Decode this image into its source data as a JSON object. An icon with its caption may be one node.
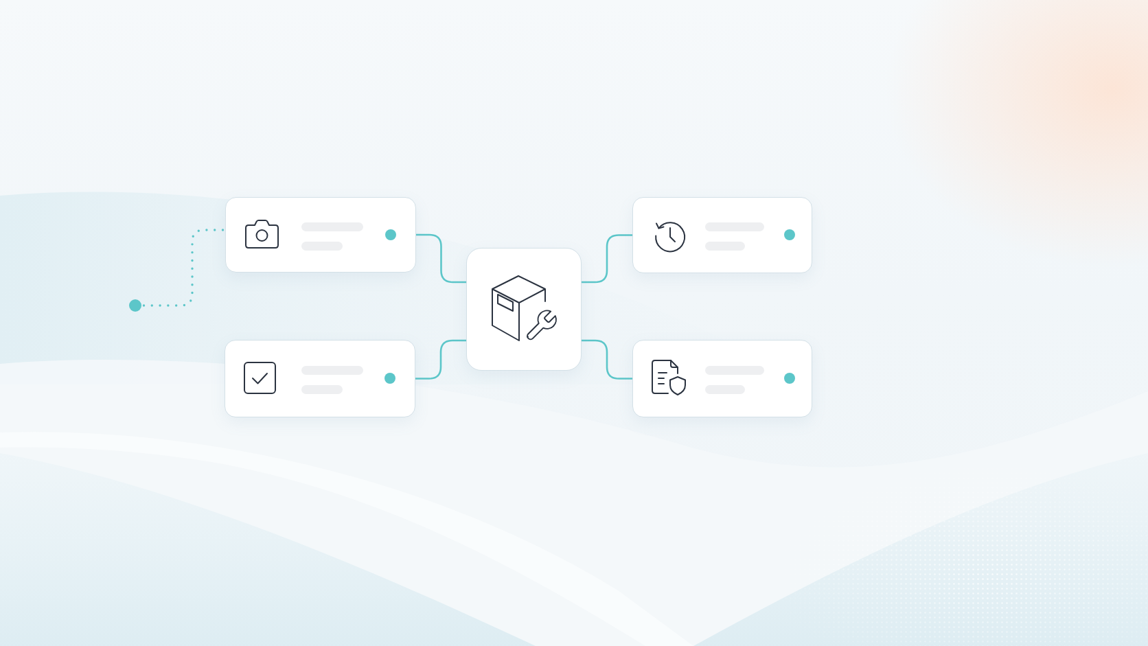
{
  "diagram": {
    "nodes": [
      {
        "text": [],
        "shape": "circle"
      },
      {
        "text": [],
        "shape": "box"
      },
      {
        "text": [],
        "shape": "box"
      },
      {
        "text": [],
        "shape": "box"
      },
      {
        "text": [],
        "shape": "box"
      },
      {
        "text": [],
        "shape": "box"
      }
    ],
    "edges": [
      {
        "from": 0,
        "to": 1,
        "arrow": "none",
        "style": "dashed"
      },
      {
        "from": 1,
        "to": 3,
        "arrow": "none"
      },
      {
        "from": 2,
        "to": 3,
        "arrow": "none"
      },
      {
        "from": 3,
        "to": 4,
        "arrow": "none"
      },
      {
        "from": 3,
        "to": 5,
        "arrow": "none"
      }
    ]
  }
}
